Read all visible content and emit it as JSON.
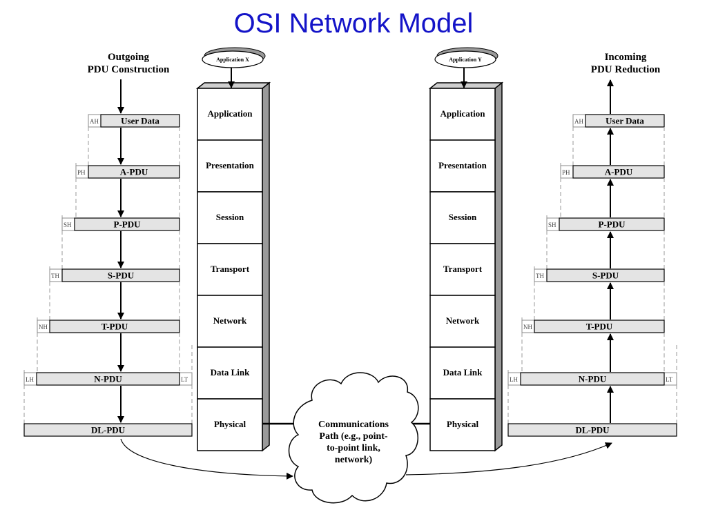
{
  "title": "OSI Network Model",
  "left_heading": [
    "Outgoing",
    "PDU Construction"
  ],
  "right_heading": [
    "Incoming",
    "PDU Reduction"
  ],
  "applications": {
    "left": "Application X",
    "right": "Application Y"
  },
  "layers": [
    "Application",
    "Presentation",
    "Session",
    "Transport",
    "Network",
    "Data Link",
    "Physical"
  ],
  "pdus": [
    {
      "header": "AH",
      "label": "User Data",
      "trailer": ""
    },
    {
      "header": "PH",
      "label": "A-PDU",
      "trailer": ""
    },
    {
      "header": "SH",
      "label": "P-PDU",
      "trailer": ""
    },
    {
      "header": "TH",
      "label": "S-PDU",
      "trailer": ""
    },
    {
      "header": "NH",
      "label": "T-PDU",
      "trailer": ""
    },
    {
      "header": "LH",
      "label": "N-PDU",
      "trailer": "LT"
    },
    {
      "header": "",
      "label": "DL-PDU",
      "trailer": ""
    }
  ],
  "cloud": [
    "Communications",
    "Path (e.g., point-",
    "to-point link,",
    "network)"
  ]
}
